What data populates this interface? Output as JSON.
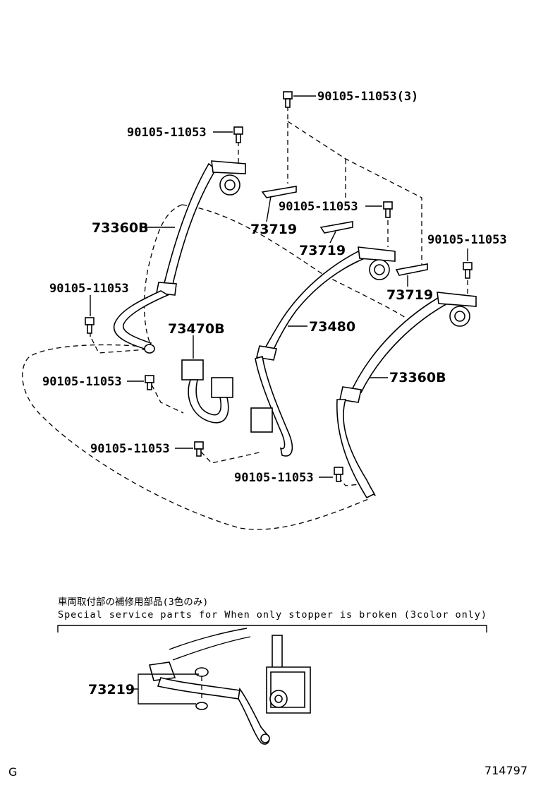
{
  "labels": {
    "bolt_top_qty": "90105-11053(3)",
    "bolt_top_left": "90105-11053",
    "bolt_mid": "90105-11053",
    "bolt_right": "90105-11053",
    "bolt_left_mid": "90105-11053",
    "bolt_left_low": "90105-11053",
    "bolt_low": "90105-11053",
    "bolt_bottom": "90105-11053",
    "belt_left": "73360B",
    "belt_right": "73360B",
    "buckle_left": "73470B",
    "belt_center": "73480",
    "bracket_a": "73719",
    "bracket_b": "73719",
    "bracket_c": "73719",
    "stopper": "73219"
  },
  "note": {
    "japanese": "車両取付部の補修用部品(3色のみ)",
    "english": "Special service parts for When only stopper is broken (3color only)"
  },
  "footer": {
    "corner_left": "G",
    "figure_number": "714797"
  }
}
